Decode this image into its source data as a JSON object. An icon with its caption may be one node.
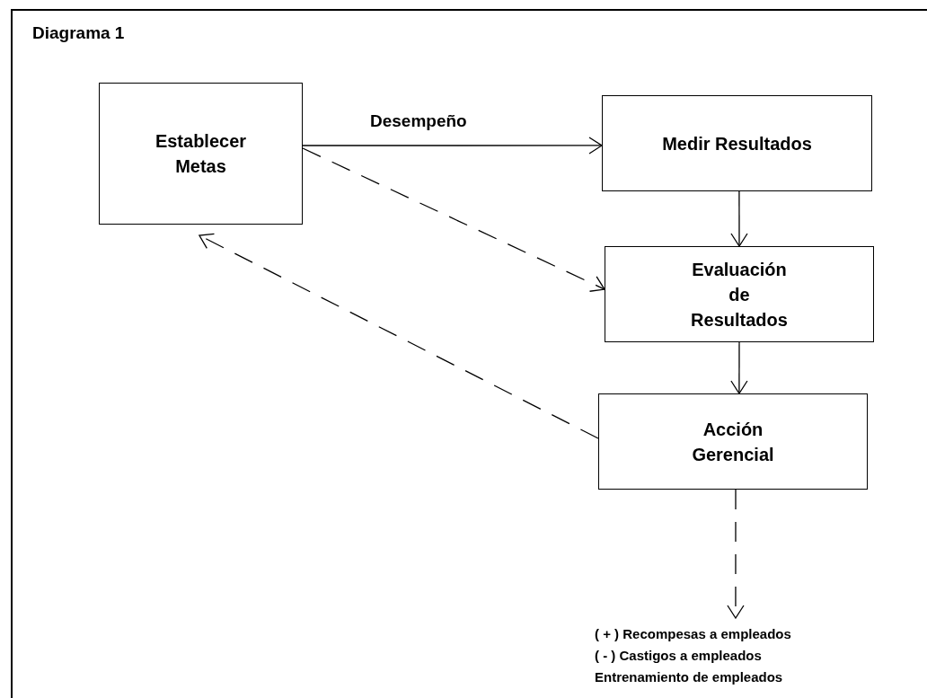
{
  "diagram": {
    "title": "Diagrama 1",
    "nodes": [
      {
        "text": [
          "Establecer Metas"
        ]
      },
      {
        "text": [
          "Medir Resultados"
        ]
      },
      {
        "text": [
          "Evaluación de Resultados"
        ]
      },
      {
        "text": [
          "Acción Gerencial"
        ]
      },
      {
        "text": [
          "( + ) Recompesas a empleados",
          "( - ) Castigos a empleados",
          "Entrenamiento de empleados"
        ]
      }
    ],
    "edges": [
      {
        "from": 0,
        "to": 1,
        "arrow": "to",
        "label": "Desempeño"
      },
      {
        "from": 0,
        "to": 2,
        "arrow": "to",
        "style": "dashed"
      },
      {
        "from": 1,
        "to": 2,
        "arrow": "to"
      },
      {
        "from": 2,
        "to": 3,
        "arrow": "to"
      },
      {
        "from": 3,
        "to": 0,
        "arrow": "to",
        "style": "dashed"
      },
      {
        "from": 3,
        "to": 4,
        "arrow": "to",
        "style": "dashed"
      }
    ]
  }
}
